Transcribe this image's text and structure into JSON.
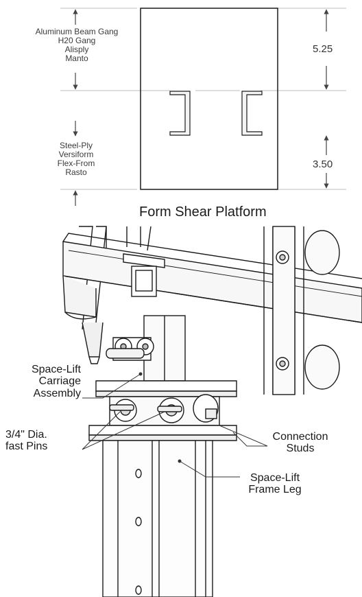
{
  "top_drawing": {
    "group_upper": [
      "Aluminum Beam Gang",
      "H20 Gang",
      "Alisply",
      "Manto"
    ],
    "group_lower": [
      "Steel-Ply",
      "Versiform",
      "Flex-From",
      "Rasto"
    ],
    "dim_upper": "5.25",
    "dim_lower": "3.50",
    "title": "Form Shear Platform"
  },
  "callouts": {
    "carriage": [
      "Space-Lift",
      "Carriage",
      "Assembly"
    ],
    "pins": [
      "3/4\" Dia.",
      "fast Pins"
    ],
    "studs": [
      "Connection",
      "Studs"
    ],
    "leg": [
      "Space-Lift",
      "Frame Leg"
    ]
  },
  "colors": {
    "line": "#1a1a1a",
    "metal_fill": "#f4f4f4",
    "shade": "#cfcfcf"
  }
}
